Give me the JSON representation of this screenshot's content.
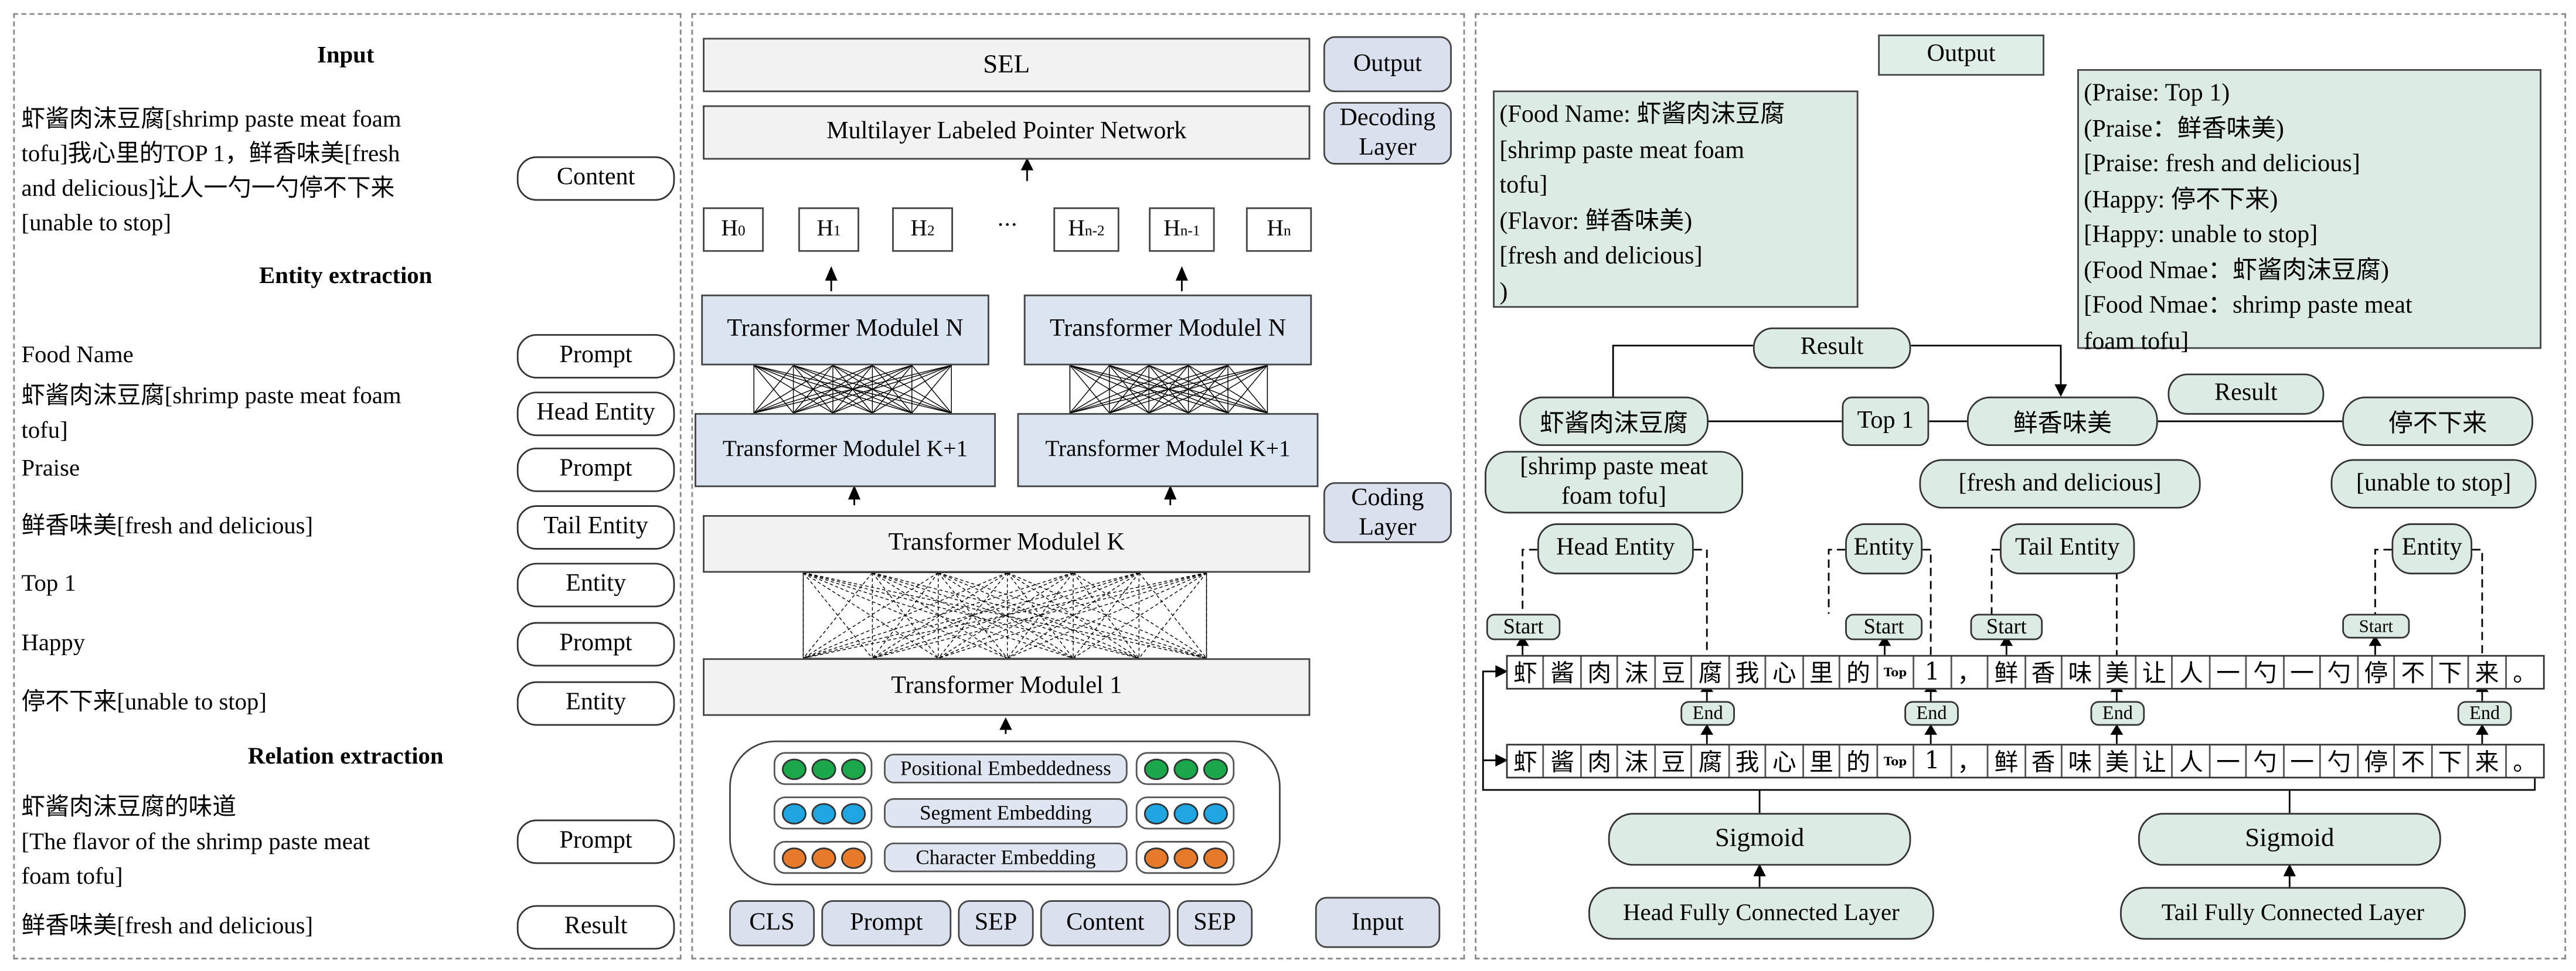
{
  "left": {
    "input_title": "Input",
    "input_text": "虾酱肉沫豆腐[shrimp paste meat foam\ntofu]我心里的TOP 1，鲜香味美[fresh\nand delicious]让人一勺一勺停不下来\n[unable to stop]",
    "content_label": "Content",
    "entity_title": "Entity extraction",
    "entity_rows": [
      {
        "text": "Food Name",
        "label": "Prompt"
      },
      {
        "text": "虾酱肉沫豆腐[shrimp paste meat foam\ntofu]",
        "label": "Head Entity"
      },
      {
        "text": "Praise",
        "label": "Prompt"
      },
      {
        "text": "鲜香味美[fresh and delicious]",
        "label": "Tail Entity"
      },
      {
        "text": "Top 1",
        "label": "Entity"
      },
      {
        "text": "Happy",
        "label": "Prompt"
      },
      {
        "text": "停不下来[unable to stop]",
        "label": "Entity"
      }
    ],
    "relation_title": "Relation extraction",
    "relation_rows": [
      {
        "text": "虾酱肉沫豆腐的味道\n[The flavor of the shrimp paste meat\nfoam tofu]",
        "label": "Prompt"
      },
      {
        "text": "鲜香味美[fresh and delicious]",
        "label": "Result"
      }
    ]
  },
  "middle": {
    "sel": "SEL",
    "pointer_network": "Multilayer Labeled Pointer Network",
    "side_labels": {
      "output": "Output",
      "decoding": "Decoding\nLayer",
      "coding": "Coding\nLayer",
      "input": "Input"
    },
    "hidden_states": [
      "H",
      "H",
      "H",
      "···",
      "H",
      "H",
      "H"
    ],
    "hidden_subs": [
      "0",
      "1",
      "2",
      "",
      "n-2",
      "n-1",
      "n"
    ],
    "transformer_n": "Transformer Modulel N",
    "transformer_k1": "Transformer Modulel  K+1",
    "transformer_k": "Transformer Modulel K",
    "transformer_1": "Transformer Modulel 1",
    "embeddings": [
      "Positional Embeddedness",
      "Segment Embedding",
      "Character Embedding"
    ],
    "tokens": [
      "CLS",
      "Prompt",
      "SEP",
      "Content",
      "SEP"
    ]
  },
  "right": {
    "output_label": "Output",
    "box_left": "(Food Name: 虾酱肉沫豆腐\n[shrimp paste meat foam\ntofu]\n          (Flavor: 鲜香味美)\n[fresh and delicious]\n)",
    "box_right": "(Praise: Top 1)\n(Praise：鲜香味美)\n[Praise: fresh and delicious]\n(Happy: 停不下来)\n[Happy: unable to stop]\n(Food Nmae：虾酱肉沫豆腐)\n[Food Nmae：shrimp paste meat\nfoam tofu]",
    "result1": "Result",
    "result2": "Result",
    "nodes": [
      "虾酱肉沫豆腐",
      "Top 1",
      "鲜香味美",
      "停不下来"
    ],
    "node_translations": [
      "[shrimp paste meat\nfoam tofu]",
      "[fresh and delicious]",
      "[unable to stop]"
    ],
    "entity_labels": [
      "Head Entity",
      "Entity",
      "Tail Entity",
      "Entity"
    ],
    "start_label": "Start",
    "end_label": "End",
    "sequence": [
      "虾",
      "酱",
      "肉",
      "沫",
      "豆",
      "腐",
      "我",
      "心",
      "里",
      "的",
      "Top",
      "1",
      "，",
      "鲜",
      "香",
      "味",
      "美",
      "让",
      "人",
      "一",
      "勺",
      "一",
      "勺",
      "停",
      "不",
      "下",
      "来",
      "。"
    ],
    "sigmoid": "Sigmoid",
    "head_fc": "Head Fully Connected Layer",
    "tail_fc": "Tail Fully Connected Layer"
  },
  "colors": {
    "green_fill": "#dcebe3",
    "blue_fill": "#dfe6f2",
    "gray_fill": "#f2f2f2",
    "dot_green": "#1aa84a",
    "dot_blue": "#1fa6e0",
    "dot_orange": "#e77a2a"
  }
}
